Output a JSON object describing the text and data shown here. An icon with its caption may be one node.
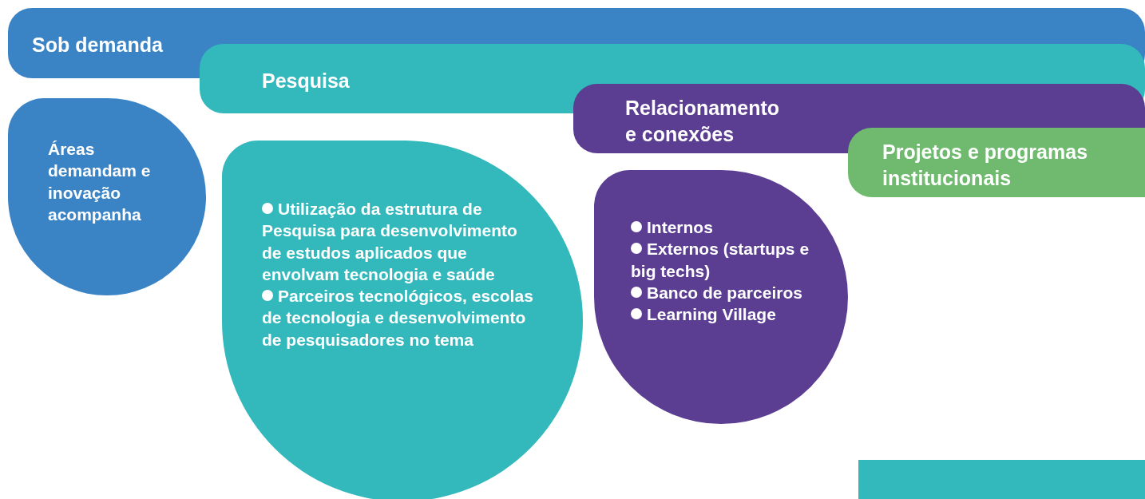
{
  "diagram": {
    "nodes": [
      {
        "text": [
          "Sob demanda"
        ]
      },
      {
        "text": [
          "Áreas demandam e inovação acompanha"
        ]
      },
      {
        "text": [
          "Pesquisa"
        ]
      },
      {
        "text": [
          "Utilização da estrutura de Pesquisa para desenvolvimento de estudos aplicados que envolvam tecnologia e saúde",
          "Parceiros tecnológicos, escolas de tecnologia e desenvolvimento de pesquisadores no tema"
        ]
      },
      {
        "text": [
          "Relacionamento e conexões"
        ]
      },
      {
        "text": [
          "Internos",
          "Externos (startups e big techs)",
          "Banco de parceiros",
          "Learning Village"
        ]
      },
      {
        "text": [
          "Projetos e programas institucionais"
        ]
      },
      {
        "text": [],
        "shape": "box"
      }
    ],
    "edges": []
  }
}
